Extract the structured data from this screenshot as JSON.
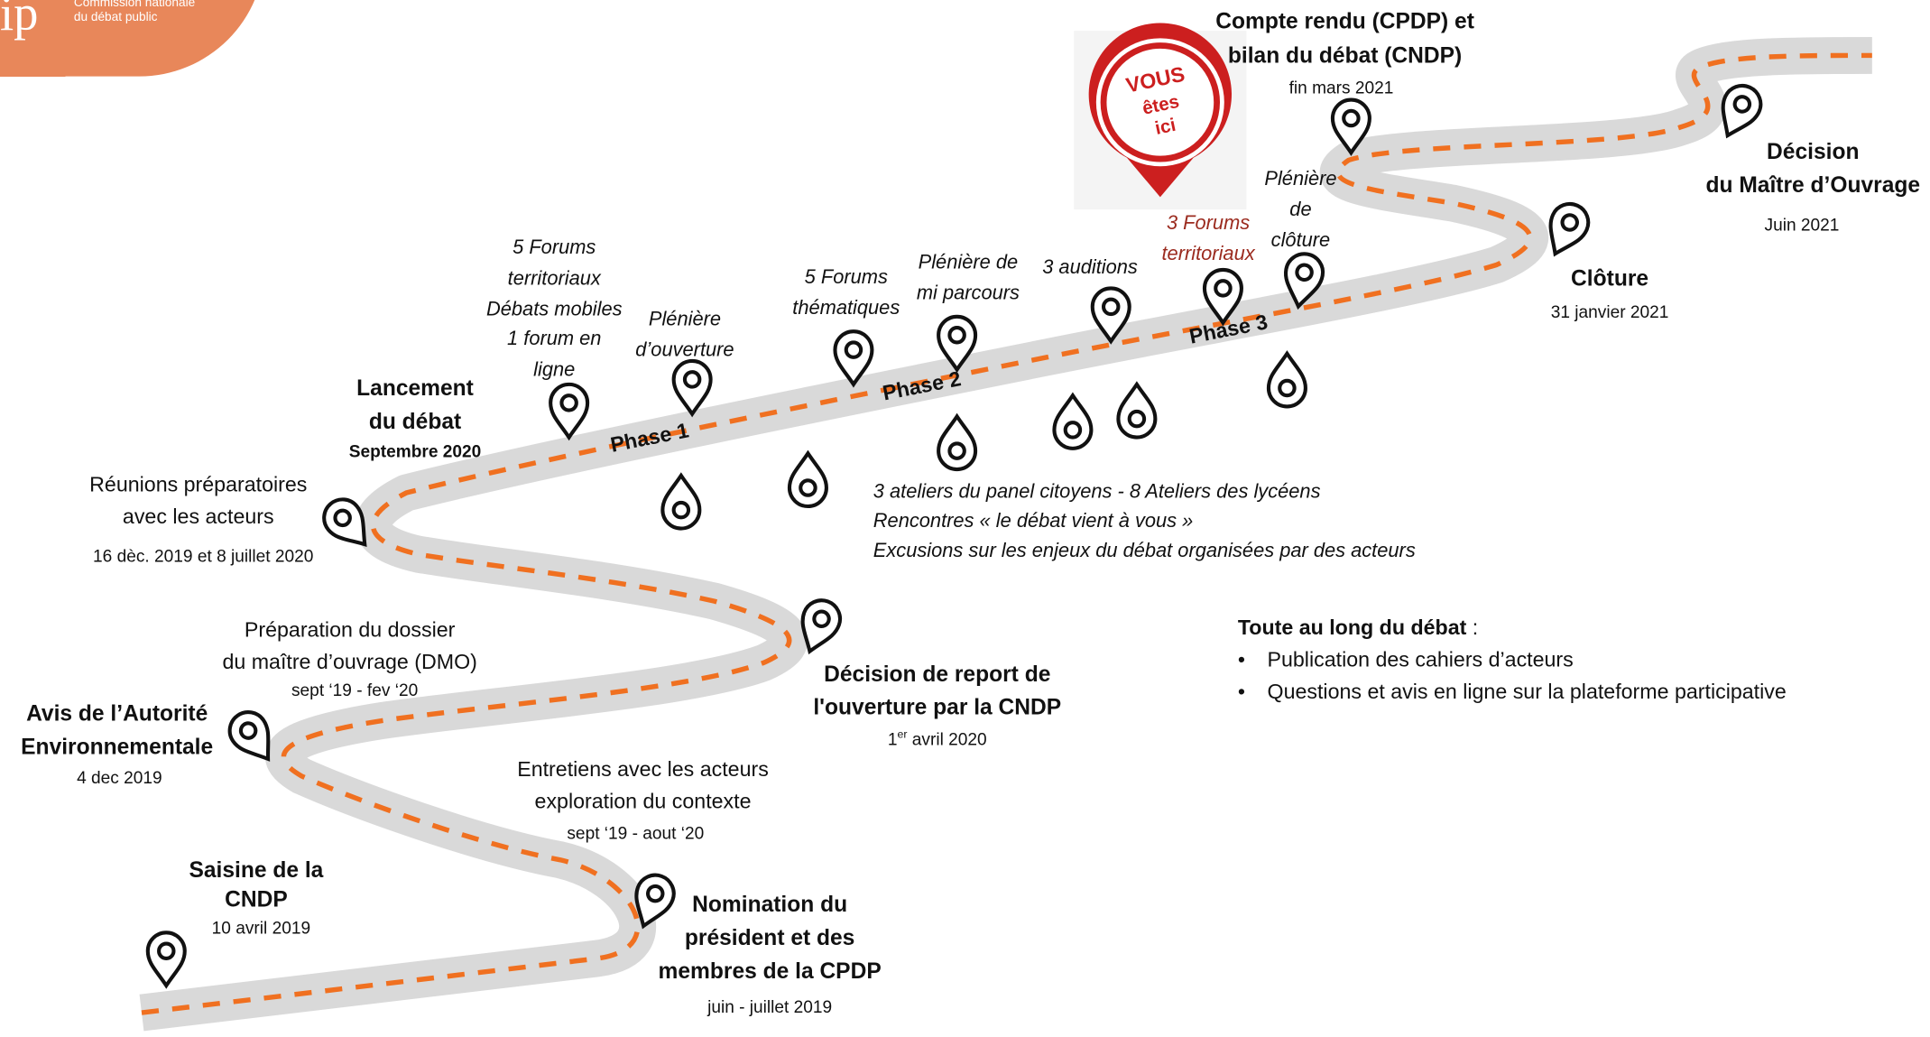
{
  "logo": {
    "initials": "ip",
    "line1": "Commission nationale",
    "line2": "du débat public"
  },
  "badge": {
    "line1": "VOUS",
    "line2": "êtes",
    "line3": "ici"
  },
  "phases": [
    "Phase 1",
    "Phase 2",
    "Phase 3"
  ],
  "milestones": {
    "saisine": {
      "title1": "Saisine de la",
      "title2": "CNDP",
      "date": "10 avril 2019"
    },
    "nomination": {
      "title1": "Nomination du",
      "title2": "président et des",
      "title3": "membres de la CPDP",
      "date": "juin - juillet 2019"
    },
    "entretiens": {
      "line1": "Entretiens avec les acteurs",
      "line2": "exploration du contexte",
      "date": "sept ‘19 - aout ‘20"
    },
    "avis": {
      "title1": "Avis de l’Autorité",
      "title2": "Environnementale",
      "date": "4 dec  2019"
    },
    "dmo": {
      "line1": "Préparation du dossier",
      "line2": "du maître d’ouvrage (DMO)",
      "date": "sept ‘19 - fev ‘20"
    },
    "report": {
      "title1": "Décision de report de",
      "title2": "l'ouverture par la CNDP",
      "date_prefix": "1",
      "date_sup": "er",
      "date_suffix": " avril 2020"
    },
    "reunions": {
      "line1": "Réunions préparatoires",
      "line2": "avec les acteurs",
      "date": "16 dèc. 2019 et 8 juillet 2020"
    },
    "lancement": {
      "title1": "Lancement",
      "title2": "du débat",
      "date": "Septembre 2020"
    },
    "cloture": {
      "title": "Clôture",
      "date": "31 janvier 2021"
    },
    "compte_rendu": {
      "title1": "Compte rendu (CPDP) et",
      "title2": "bilan du débat (CNDP)",
      "date": "fin mars 2021"
    },
    "decision": {
      "title1": "Décision",
      "title2": "du Maître d’Ouvrage",
      "date": "Juin 2021"
    }
  },
  "events": {
    "forums_territoriaux": [
      "5 Forums",
      "territoriaux",
      "Débats mobiles",
      "1 forum en",
      "ligne"
    ],
    "pleniere_ouverture": [
      "Plénière",
      "d’ouverture"
    ],
    "forums_thematiques": [
      "5 Forums",
      "thématiques"
    ],
    "pleniere_mi": [
      "Plénière de",
      "mi parcours"
    ],
    "auditions": "3 auditions",
    "forums_territoriaux_3": [
      "3 Forums",
      "territoriaux"
    ],
    "pleniere_cloture": [
      "Plénière",
      "de",
      "clôture"
    ],
    "ateliers": [
      "3 ateliers du panel citoyens - 8 Ateliers des lycéens",
      "Rencontres « le débat vient à vous »",
      "Excusions sur les enjeux du débat organisées par des acteurs"
    ]
  },
  "throughout": {
    "title": "Toute au long du débat",
    "suffix": " :",
    "items": [
      "Publication des cahiers d’acteurs",
      "Questions et avis en ligne sur la plateforme participative"
    ]
  },
  "colors": {
    "road": "#d9d9d9",
    "dash": "#f07020",
    "badge": "#cc1f1f",
    "highlight": "#9b2b1f",
    "logo": "#e8875a"
  }
}
